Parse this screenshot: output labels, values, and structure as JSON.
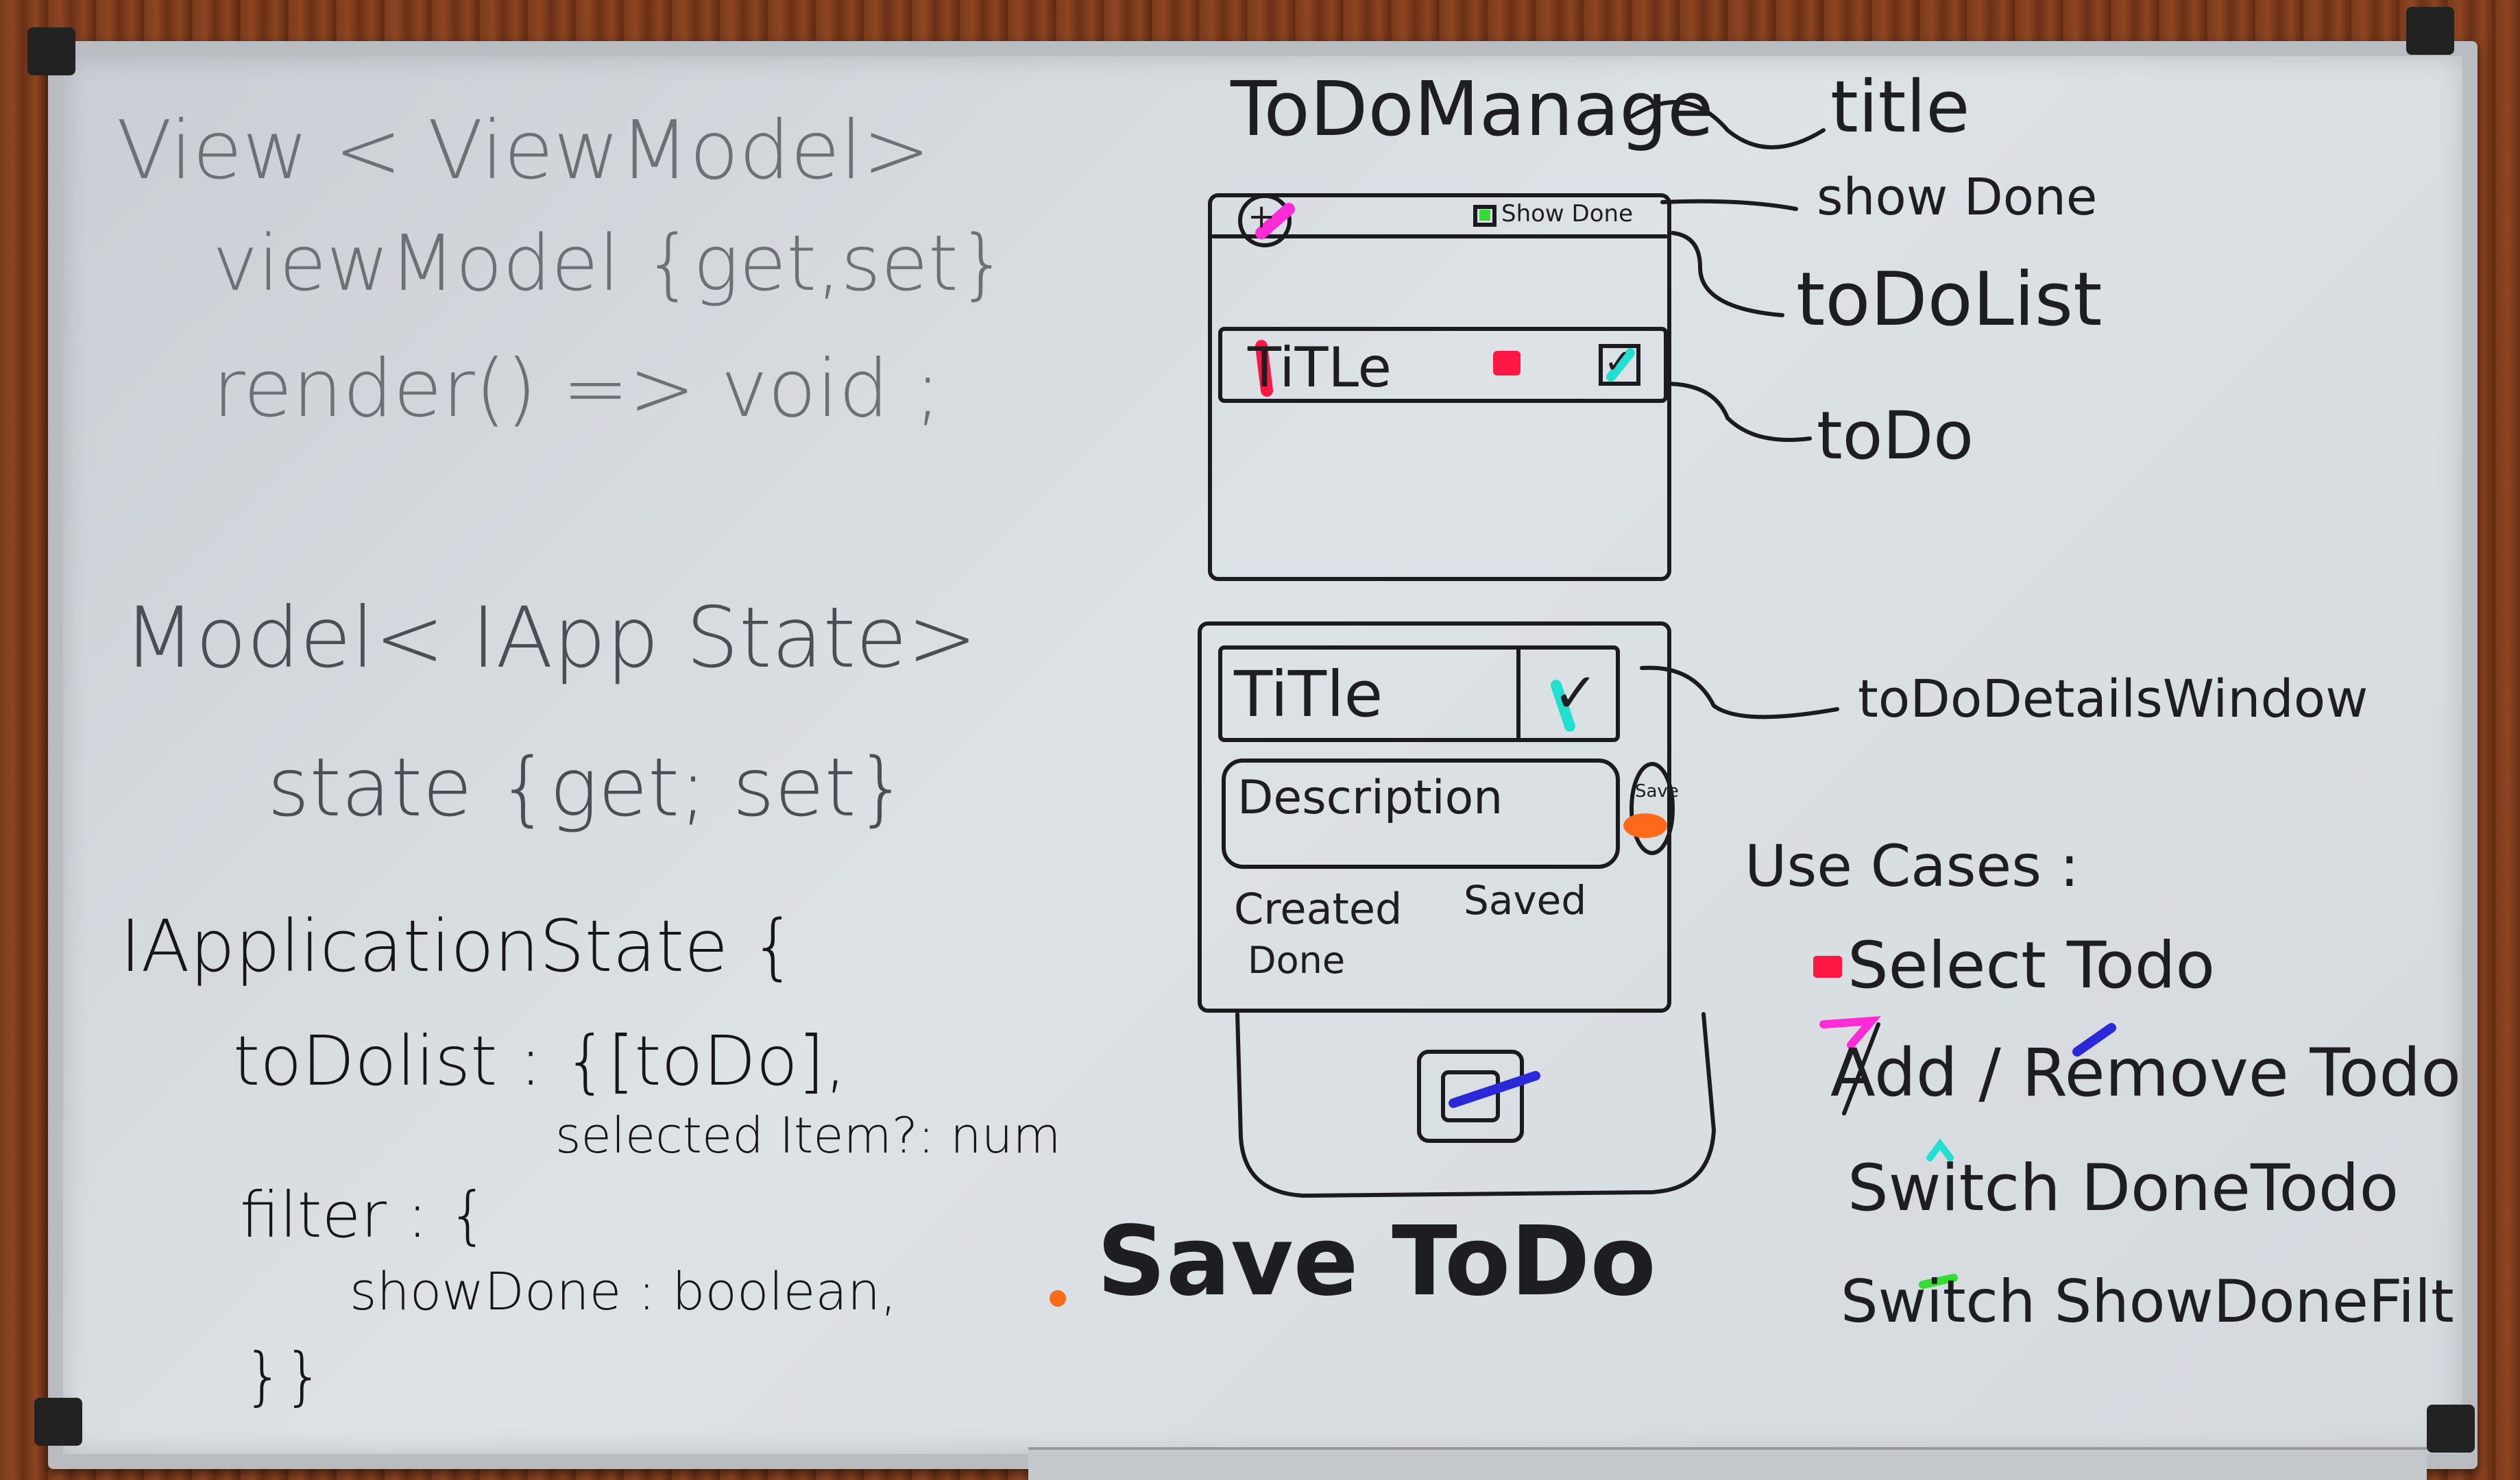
{
  "code": {
    "line1": "View < ViewModel>",
    "line2": "viewModel {get,set}",
    "line3": "render() => void ;",
    "line4": "Model< IApp State>",
    "line5": "state {get; set}",
    "line6": "IApplicationState {",
    "line7": "toDolist : {[toDo],",
    "line8": "selected Item?: num",
    "line9": "filter : {",
    "line10": "showDone : boolean,",
    "line11": "}}"
  },
  "mockup": {
    "app_title": "ToDoManage",
    "add_symbol": "+",
    "show_done_label": "Show Done",
    "todo_title": "TiTLe",
    "detail_title": "TiTle",
    "check_mark": "✓",
    "description": "Description",
    "save_label": "Save",
    "created": "Created",
    "saved": "Saved",
    "done": "Done"
  },
  "annotations": {
    "title": "title",
    "show_done": "show Done",
    "todo_list": "toDoList",
    "todo": "toDo",
    "details_window": "toDoDetailsWindow"
  },
  "use_cases": {
    "heading": "Use Cases :",
    "items": [
      "Select Todo",
      "Add / Remove Todo",
      "Switch DoneTodo",
      "Switch ShowDoneFilt"
    ]
  },
  "save_todo": "Save ToDo",
  "colors": {
    "select": "#ff1744",
    "add": "#ff2bd6",
    "remove": "#2a28d8",
    "switch_done": "#22e0d0",
    "show_done_filter": "#33dd33",
    "save": "#ff6a1a"
  }
}
